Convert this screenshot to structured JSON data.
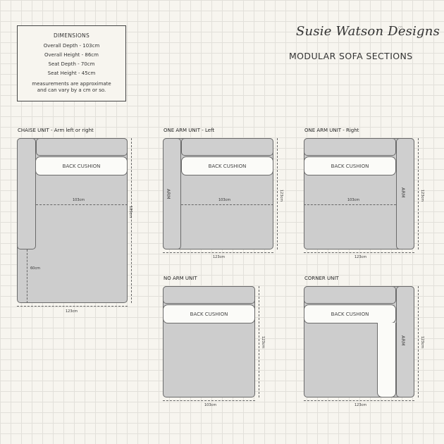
{
  "dimensions": {
    "title": "DIMENSIONS",
    "lines": [
      "Overall Depth - 103cm",
      "Overall Height - 86cm",
      "Seat Depth - 70cm",
      "Seat Height - 45cm"
    ],
    "note": "measurements are approximate and can vary by a cm or so."
  },
  "brand": "Susie Watson Designs",
  "subtitle": "MODULAR SOFA SECTIONS",
  "units": {
    "chaise": {
      "label": "CHAISE UNIT - Arm left or right",
      "cushion": "BACK CUSHION",
      "inner_width": "103cm",
      "depth": "183cm",
      "chaise_width": "60cm",
      "width": "123cm"
    },
    "one_arm_left": {
      "label": "ONE ARM UNIT - Left",
      "cushion": "BACK CUSHION",
      "arm": "ARM",
      "inner_width": "103cm",
      "depth": "123cm",
      "width": "123cm"
    },
    "one_arm_right": {
      "label": "ONE ARM UNIT - Right",
      "cushion": "BACK CUSHION",
      "arm": "ARM",
      "inner_width": "103cm",
      "depth": "123cm",
      "width": "123cm"
    },
    "no_arm": {
      "label": "NO ARM UNIT",
      "cushion": "BACK CUSHION",
      "depth": "123cm",
      "width": "103cm"
    },
    "corner": {
      "label": "CORNER UNIT",
      "cushion": "BACK CUSHION",
      "arm": "ARM",
      "depth": "123cm",
      "width": "123cm"
    }
  }
}
